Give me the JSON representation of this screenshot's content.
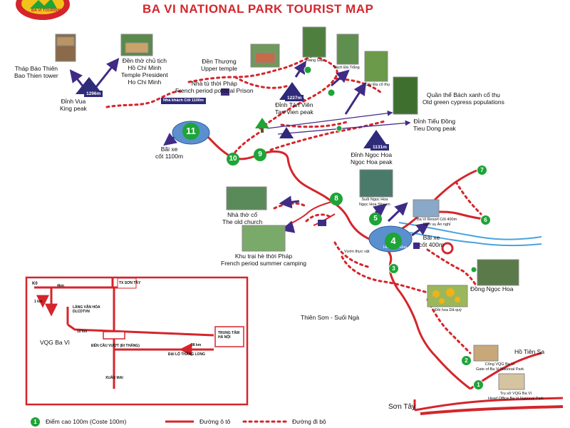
{
  "header": {
    "title": "BA VI NATIONAL PARK TOURIST MAP",
    "logo_text": "BA VI TOURISM"
  },
  "colors": {
    "road": "#d4252b",
    "trail_dots": "#d4252b",
    "water": "#4aa3df",
    "lake": "#5b90cf",
    "badge": "#1ea437",
    "peak": "#2f2a7a",
    "arrow": "#3f2b86"
  },
  "places": {
    "thap_bao_thien": [
      "Tháp Báo Thiên",
      "Bao Thien tower"
    ],
    "den_tho_ho_chi_minh": [
      "Đền thờ chủ tịch",
      "Hồ Chí Minh",
      "Temple President",
      "Ho Chi Minh"
    ],
    "dinh_vua": [
      "Đỉnh Vua",
      "King peak"
    ],
    "den_thuong": [
      "Đền Thượng",
      "Upper temple"
    ],
    "nha_tu": [
      "Nhà tù thời Pháp",
      "French period political Prison"
    ],
    "dinh_tan_vien": [
      "Đỉnh Tản Viên",
      "Tan Vien peak"
    ],
    "hang_gau": "Hang Gấu",
    "vach_da_trang": "Vách Đá Trắng",
    "cay_co_thu": "Cây Đa cổ thụ",
    "quan_the": [
      "Quần thể Bách xanh cổ thụ",
      "Old green cypress populations"
    ],
    "dinh_tieu_dong": [
      "Đỉnh Tiểu Đồng",
      "Tieu Dong peak"
    ],
    "dinh_ngoc_hoa": [
      "Đỉnh Ngọc Hoa",
      "Ngọc Hoa peak"
    ],
    "bai_xe_1100": [
      "Bãi xe",
      "cốt 1100m"
    ],
    "nha_tho_co": [
      "Nhà thờ cổ",
      "The old church"
    ],
    "khu_trai": [
      "Khu trại hè thời Pháp",
      "French period summer camping"
    ],
    "suoi_ngoc_hoa": [
      "Suối Ngọc Hoa",
      "Ngọc Hoa Stream"
    ],
    "resort": [
      "Ba Vi Resort Cốt 400m",
      "Dịch vụ Ăn nghỉ"
    ],
    "bai_xe_400": [
      "Bãi xe",
      "cốt 400m"
    ],
    "vuon_thuc_vat": "Vườn thực vật",
    "ho_ngoc_hoa": "Hồ Ngọc Hoa",
    "dong_ngoc_hoa": "Đồng Ngọc Hoa",
    "doi_hoa": "Đồi hoa Dã quỳ",
    "thien_son": "Thiên Sơn - Suối Ngà",
    "ho_tien_sa": "Hồ Tiên Sa",
    "cong_vqg": [
      "Cổng VQG Ba Vì",
      "Gate of Ba Vi National Park"
    ],
    "tru_so": [
      "Trụ sở VQG Ba Vì",
      "Head Office Ba Vi National Park"
    ],
    "son_tay": "Sơn Tây"
  },
  "peaks": {
    "vua": "1296m",
    "tan_vien": "1227m",
    "ngoc_hoa": "1131m"
  },
  "signs": {
    "nha_khach": "Nhà khách Cốt 1100m"
  },
  "badges": [
    "11",
    "10",
    "9",
    "8",
    "7",
    "6",
    "5",
    "4",
    "3",
    "2",
    "1"
  ],
  "inset": {
    "k0": "K0",
    "km4": "4km",
    "km1": "1 km",
    "tx_son_tay": "TX SƠN TÂY",
    "lang_van_hoa": [
      "LÀNG VĂN HÓA",
      "DLCDTVN"
    ],
    "km10": "10 km",
    "vqg": "VQG Ba Vì",
    "den_cau_vuot": "ĐẾN CẦU VƯỢT (ĐI THẲNG)",
    "trung_tam": [
      "TRUNG TÂM",
      "HÀ NỘI"
    ],
    "km38": "38 km",
    "dai_lo": "ĐẠI LỘ THĂNG LONG",
    "xuan_mai": "XUÂN MAI"
  },
  "legend": {
    "badge_num": "1",
    "elevation": "Điểm cao 100m (Coste 100m)",
    "road": "Đường ô tô",
    "trail": "Đường đi bộ"
  }
}
